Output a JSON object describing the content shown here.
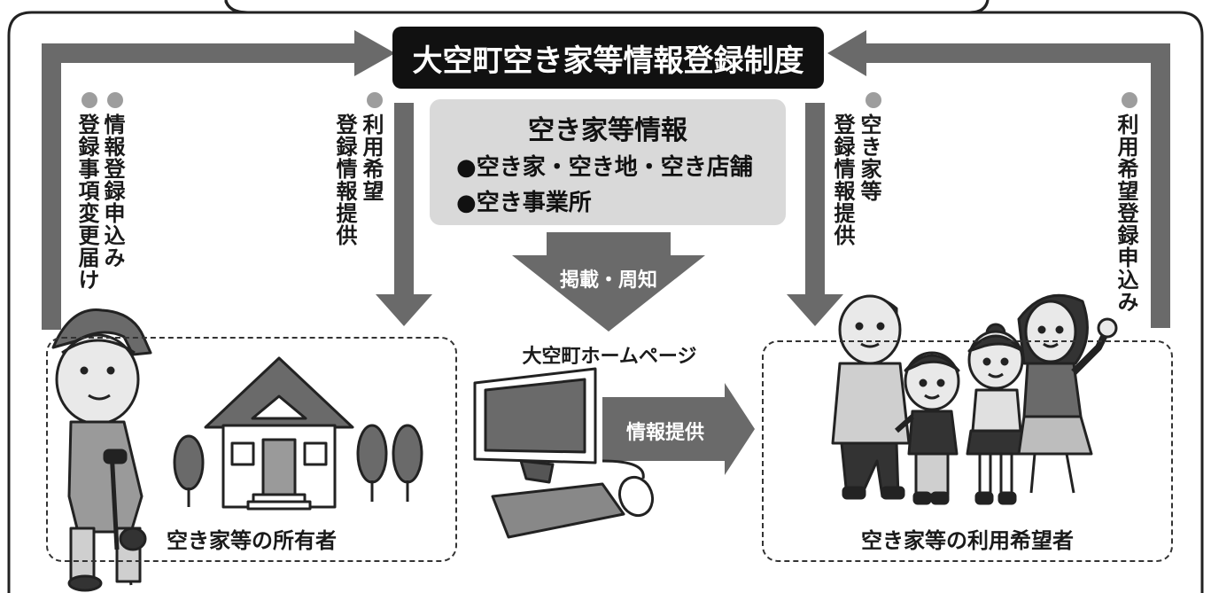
{
  "title": "大空町空き家等情報登録制度",
  "info_box": {
    "title": "空き家等情報",
    "items": [
      "空き家・空き地・空き店舗",
      "空き事業所"
    ],
    "bullet": "●"
  },
  "flows": {
    "left_outer": {
      "line1": "情報登録申込み",
      "line2": "登録事項変更届け"
    },
    "left_inner": {
      "line1": "利用希望",
      "line2": "登録情報提供"
    },
    "right_inner": {
      "line1": "空き家等",
      "line2": "登録情報提供"
    },
    "right_outer": {
      "line1": "利用希望登録申込み"
    }
  },
  "center": {
    "publish_label": "掲載・周知",
    "homepage_label": "大空町ホームページ",
    "provide_label": "情報提供"
  },
  "owner_panel": {
    "caption": "空き家等の所有者"
  },
  "user_panel": {
    "caption": "空き家等の利用希望者"
  },
  "colors": {
    "arrow": "#6a6a6a",
    "title_bg": "#111111",
    "info_bg": "#d9d9d9",
    "dot": "#9d9d9d"
  }
}
